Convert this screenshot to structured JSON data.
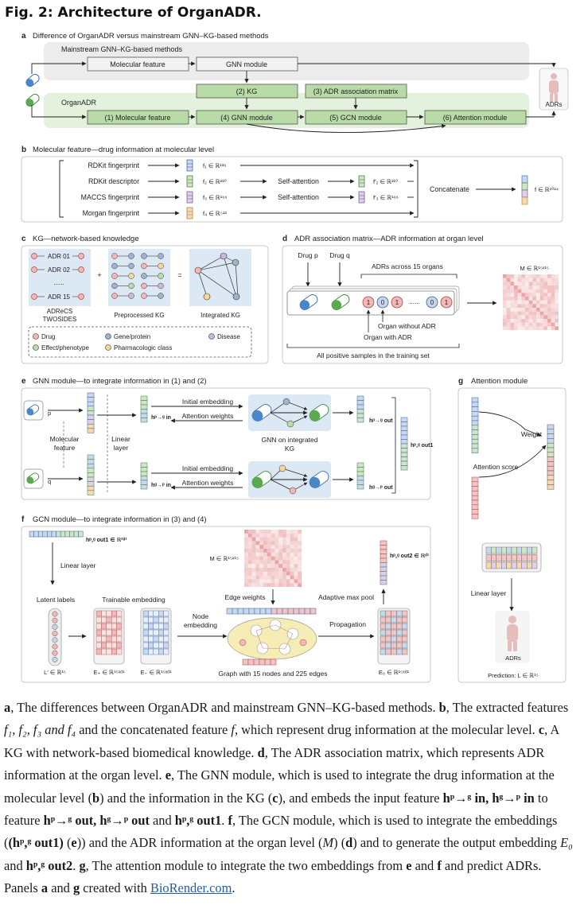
{
  "figure_title": "Fig. 2: Architecture of OrganADR.",
  "panel_a": {
    "letter": "a",
    "title": "Difference of OrganADR versus mainstream GNN–KG-based methods",
    "mainstream_label": "Mainstream GNN–KG-based methods",
    "organadr_label": "OrganADR",
    "molecular_feature": "Molecular feature",
    "gnn_module": "GNN module",
    "kg": "(2) KG",
    "adr_matrix": "(3) ADR association matrix",
    "mol_feature_1": "(1) Molecular feature",
    "gnn_module_4": "(4) GNN module",
    "gcn_module_5": "(5) GCN module",
    "attention_module_6": "(6) Attention module",
    "adrs_label": "ADRs"
  },
  "panel_b": {
    "letter": "b",
    "title": "Molecular feature—drug information at molecular level",
    "rdkit_fp": "RDKit fingerprint",
    "rdkit_desc": "RDKit descriptor",
    "maccs": "MACCS fingerprint",
    "morgan": "Morgan fingerprint",
    "f1": "f₁ ∈ ℝ¹³⁶",
    "f2": "f₂ ∈ ℝ²¹⁰",
    "f3": "f₃ ∈ ℝ¹⁶⁶",
    "f4": "f₄ ∈ ℝ⁵¹²",
    "self_attention": "Self-attention",
    "f2p": "f′₂ ∈ ℝ²¹⁰",
    "f3p": "f′₃ ∈ ℝ¹⁶⁶",
    "concatenate": "Concatenate",
    "f": "f ∈ ℝ¹⁰²⁴"
  },
  "panel_c": {
    "letter": "c",
    "title": "KG—network-based knowledge",
    "adr01": "ADR 01",
    "adr02": "ADR 02",
    "dots": "......",
    "adr15": "ADR 15",
    "source1": "ADReCS",
    "source2": "TWOSIDES",
    "plus": "+",
    "equals": "=",
    "preprocessed": "Preprocessed KG",
    "integrated": "Integrated KG",
    "legend_drug": "Drug",
    "legend_gene": "Gene/protein",
    "legend_disease": "Disease",
    "legend_effect": "Effect/phenotype",
    "legend_pharm": "Pharmacologic class",
    "color_drug": "#f3b7b7",
    "color_gene": "#9fb3cf",
    "color_disease": "#c9b7dc",
    "color_effect": "#b9dba8",
    "color_pharm": "#f6d79a"
  },
  "panel_d": {
    "letter": "d",
    "title": "ADR association matrix—ADR information at organ level",
    "drug_p": "Drug p",
    "drug_q": "Drug q",
    "adrs_across": "ADRs across 15 organs",
    "one": "1",
    "zero": "0",
    "dots": "......",
    "organ_without": "Organ without ADR",
    "organ_with": "Organ with ADR",
    "all_positive": "All positive samples in the training set",
    "matrix_label": "M ∈ ℝ¹⁵ˣ¹⁵"
  },
  "panel_e": {
    "letter": "e",
    "title": "GNN module—to integrate information in (1) and (2)",
    "p": "p",
    "q": "q",
    "molecular": "Molecular",
    "feature": "feature",
    "linear": "Linear",
    "layer": "layer",
    "initial_embedding": "Initial embedding",
    "attention_weights": "Attention weights",
    "gnn_on": "GNN on integrated",
    "kg": "KG",
    "h_in_pq": "hᵖ→ᵍ in",
    "h_in_qp": "hᵍ→ᵖ in",
    "h_out_pq": "hᵖ→ᵍ out",
    "h_out_qp": "hᵍ→ᵖ out",
    "h_out1": "hᵖ,ᵍ out1"
  },
  "panel_f": {
    "letter": "f",
    "title": "GCN module—to integrate information in (3) and (4)",
    "h_out1": "hᵖ,ᵍ out1 ∈ ℝ²ᵈ¹",
    "linear_layer": "Linear layer",
    "matrix_label": "M ∈ ℝ¹⁵ˣ¹⁵",
    "h_out2": "hᵖ,ᵍ out2 ∈ ℝᵈ¹",
    "latent_labels": "Latent labels",
    "trainable_embedding": "Trainable embedding",
    "edge_weights": "Edge weights",
    "adaptive_max_pool": "Adaptive max pool",
    "node": "Node",
    "embedding": "embedding",
    "propagation": "Propagation",
    "dots": "......",
    "l_prime": "L′ ∈ ℝ¹⁵",
    "e_plus": "E₊ ∈ ℝ¹⁵ˣᵈ¹",
    "e_minus": "E₋ ∈ ℝ¹⁵ˣᵈ¹",
    "graph": "Graph with 15 nodes and 225 edges",
    "e0": "E₀ ∈ ℝ¹⁵ˣᵈ¹"
  },
  "panel_g": {
    "letter": "g",
    "title": "Attention module",
    "weight": "Weight",
    "attention_score": "Attention score",
    "linear_layer": "Linear layer",
    "adrs": "ADRs",
    "prediction": "Prediction: L ∈ ℝ¹⁵"
  },
  "caption": {
    "a_letter": "a",
    "a_text": ", The differences between OrganADR and mainstream GNN–KG-based methods. ",
    "b_letter": "b",
    "b_text1": ", The extracted features ",
    "b_text2": " and the concatenated feature ",
    "b_text3": ", which represent drug information at the molecular level. ",
    "c_letter": "c",
    "c_text": ", A KG with network-based biomedical knowledge. ",
    "d_letter": "d",
    "d_text": ", The ADR association matrix, which represents ADR information at the organ level. ",
    "e_letter": "e",
    "e_text1": ", The GNN module, which is used to integrate the drug information at the molecular level (",
    "e_text2": ") and the information in the KG (",
    "e_text3": "), and embeds the input feature ",
    "e_text4": " to feature ",
    "e_text5": " and ",
    "f_letter": "f",
    "f_text1": ", The GCN module, which is used to integrate the embeddings (",
    "f_text2": ") and the ADR information at the organ level (",
    "f_text3": ") and to generate the output embedding ",
    "f_text4": " and ",
    "g_letter": "g",
    "g_text1": ", The attention module to integrate the two embeddings from ",
    "g_text2": " and ",
    "g_text3": " and predict ADRs. Panels ",
    "g_text4": " and ",
    "g_text5": " created with ",
    "link": "BioRender.com",
    "end": ".",
    "feat_list": "f₁, f₂, f₃ and f₄",
    "f_sym": "f",
    "ref_b": "b",
    "ref_c": "c",
    "ref_e": "e",
    "ref_d": "d",
    "ref_f": "f",
    "ref_a": "a",
    "ref_g": "g",
    "M": "M",
    "h_in": "hᵖ→ᵍ in, hᵍ→ᵖ in",
    "h_out": "hᵖ→ᵍ out, hᵍ→ᵖ out",
    "h_out1": "hᵖ,ᵍ out1",
    "h_out1_paren": "(hᵖ,ᵍ out1)",
    "E0": "E₀",
    "h_out2": "hᵖ,ᵍ out2"
  }
}
